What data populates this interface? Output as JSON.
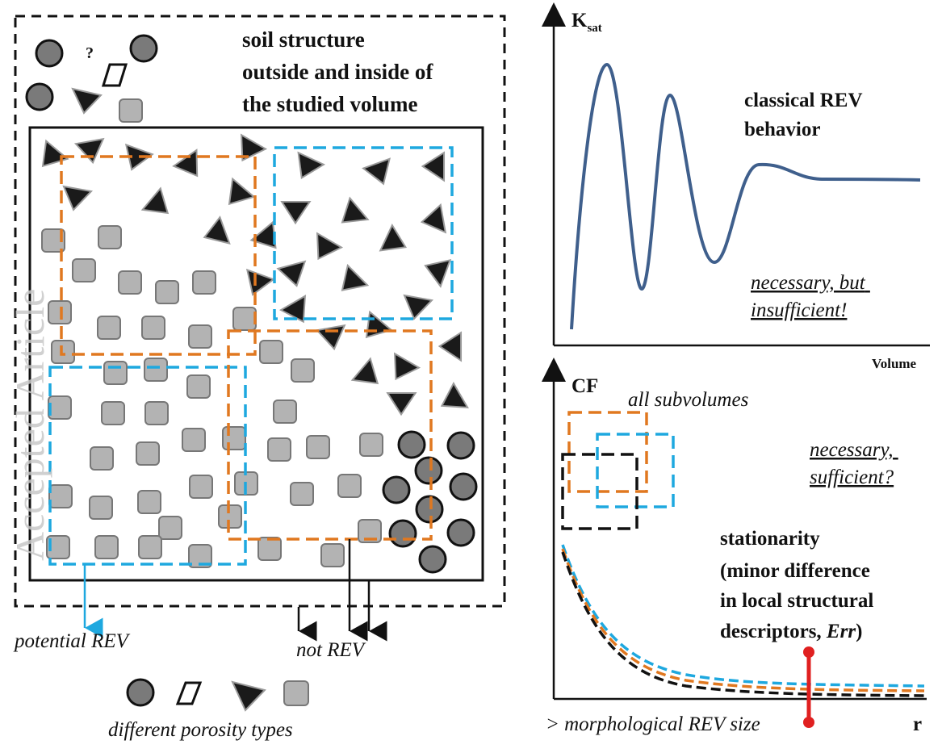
{
  "watermark": "Accepted Article",
  "left_panel": {
    "question_mark": "?",
    "title_lines": [
      "soil structure",
      "outside and inside of",
      "the studied volume"
    ],
    "label_potential": "potential REV",
    "label_not": "not REV",
    "legend_caption": "different porosity types"
  },
  "top_chart": {
    "ylabel": "K",
    "ylabel_sub": "sat",
    "xlabel": "Volume",
    "title_lines": [
      "classical REV",
      "behavior"
    ],
    "note_lines": [
      "necessary, but",
      "insufficient!"
    ],
    "curve_color": "#3f5f8c"
  },
  "bottom_chart": {
    "ylabel": "CF",
    "xlabel": "r",
    "label_all": "all subvolumes",
    "note_lines": [
      "necessary,",
      "sufficient?"
    ],
    "stationarity_lines": [
      "stationarity",
      "(minor difference",
      "in local structural",
      "descriptors, "
    ],
    "stationarity_err": "Err",
    "stationarity_close": ")",
    "threshold_label": "> morphological REV size",
    "marker_color": "#e02020"
  },
  "colors": {
    "orange": "#e07820",
    "blue": "#1ea8df",
    "black": "#111111",
    "grey_square": "#b3b3b3",
    "grey_circle": "#7a7a7a",
    "triangle": "#1a1a1a"
  }
}
